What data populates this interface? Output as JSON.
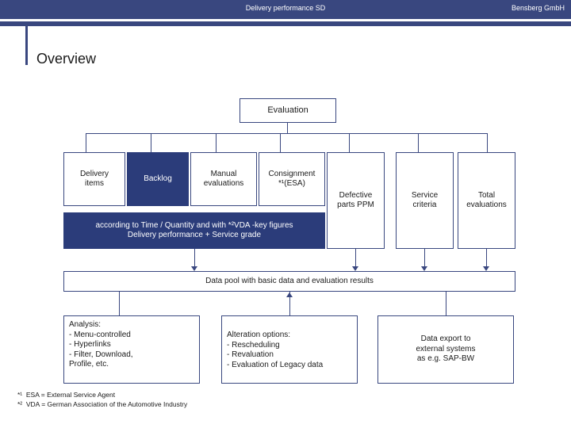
{
  "header": {
    "title": "Delivery performance SD",
    "company": "Bensberg GmbH"
  },
  "slide": {
    "title": "Overview"
  },
  "diagram": {
    "root": "Evaluation",
    "level2": [
      {
        "label": "Delivery\nitems",
        "style": "light"
      },
      {
        "label": "Backlog",
        "style": "dark"
      },
      {
        "label": "Manual\nevaluations",
        "style": "light"
      },
      {
        "label": "Consignment\n*¹(ESA)",
        "style": "light"
      },
      {
        "label": "Defective\nparts PPM",
        "style": "light"
      },
      {
        "label": "Service\ncriteria",
        "style": "light"
      },
      {
        "label": "Total\nevaluations",
        "style": "light"
      }
    ],
    "criteria_band": "according to Time / Quantity and with *²VDA -key figures\nDelivery performance + Service grade",
    "data_pool": "Data pool with basic data and evaluation results",
    "bottom": [
      {
        "label": "Analysis:\n- Menu-controlled\n- Hyperlinks\n- Filter, Download,\n   Profile, etc.",
        "align": "left"
      },
      {
        "label": "Alteration options:\n- Rescheduling\n- Revaluation\n- Evaluation of Legacy data",
        "align": "left"
      },
      {
        "label": "Data export to\nexternal systems\nas e.g. SAP-BW",
        "align": "center"
      }
    ]
  },
  "footnotes": {
    "line1": "*¹  ESA = External Service Agent",
    "line2": "*²  VDA = German Association of the Automotive Industry"
  },
  "colors": {
    "brand_blue": "#39477f",
    "box_dark": "#2b3c7a",
    "line": "#39477f",
    "text": "#1a1a1a"
  }
}
